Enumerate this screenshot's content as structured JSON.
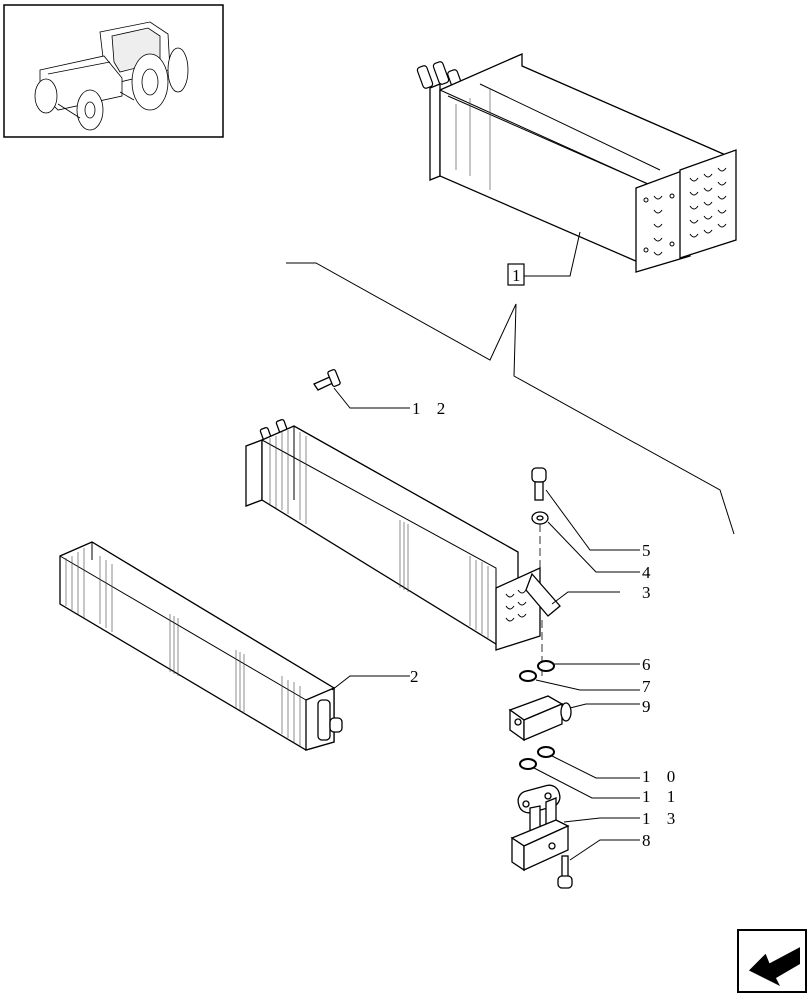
{
  "overview_thumbnail": {
    "icon": "tractor-icon"
  },
  "assembly_box_label": "1",
  "callouts": [
    {
      "id": "c12",
      "text": "1 2"
    },
    {
      "id": "c5",
      "text": "5"
    },
    {
      "id": "c4",
      "text": "4"
    },
    {
      "id": "c3",
      "text": "3"
    },
    {
      "id": "c2",
      "text": "2"
    },
    {
      "id": "c6",
      "text": "6"
    },
    {
      "id": "c7",
      "text": "7"
    },
    {
      "id": "c9",
      "text": "9"
    },
    {
      "id": "c10",
      "text": "1 0"
    },
    {
      "id": "c11",
      "text": "1 1"
    },
    {
      "id": "c13",
      "text": "1 3"
    },
    {
      "id": "c8",
      "text": "8"
    }
  ],
  "nav_button": {
    "icon": "previous-page-arrow-icon"
  }
}
